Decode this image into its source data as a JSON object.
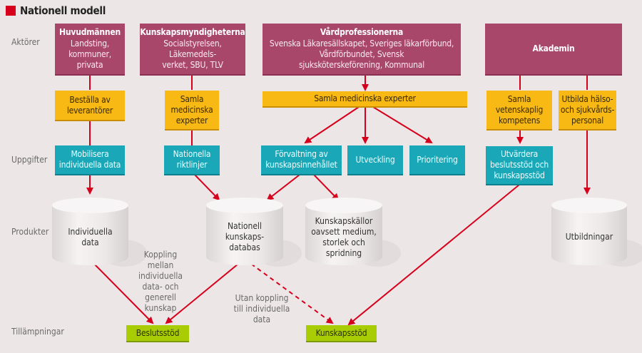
{
  "title": "Nationell modell",
  "accent_color": "#d6001c",
  "colors": {
    "actor": "#a9476a",
    "task_yellow": "#f8b914",
    "task_cyan": "#1aa8b8",
    "application": "#a9cd05",
    "arrow": "#d6001c",
    "background": "#ede6e6"
  },
  "row_labels": {
    "actors": "Aktörer",
    "tasks": "Uppgifter",
    "products": "Produkter",
    "applications": "Tillämpningar"
  },
  "actors": [
    {
      "head": "Huvudmännen",
      "lines": [
        "Landsting,",
        "kommuner,",
        "privata"
      ]
    },
    {
      "head": "Kunskapsmyndigheterna",
      "lines": [
        "Socialstyrelsen,",
        "Läkemedels-",
        "verket, SBU, TLV"
      ]
    },
    {
      "head": "Vårdprofessionerna",
      "lines": [
        "Svenska Läkaresällskapet, Sveriges läkarförbund,",
        "Vårdförbundet, Svensk",
        "sjuksköterskeförening, Kommunal"
      ]
    },
    {
      "head": "Akademin",
      "lines": []
    }
  ],
  "roles": [
    {
      "lines": [
        "Beställa av",
        "leverantörer"
      ]
    },
    {
      "lines": [
        "Samla",
        "medicinska",
        "experter"
      ]
    },
    {
      "lines": [
        "Samla medicinska experter"
      ]
    },
    {
      "lines": [
        "Samla",
        "vetenskaplig",
        "kompetens"
      ]
    },
    {
      "lines": [
        "Utbilda hälso-",
        "och sjukvårds-",
        "personal"
      ]
    }
  ],
  "tasks": [
    {
      "lines": [
        "Mobilisera",
        "individuella data"
      ]
    },
    {
      "lines": [
        "Nationella",
        "riktlinjer"
      ]
    },
    {
      "lines": [
        "Förvaltning av",
        "kunskapsinnehållet"
      ]
    },
    {
      "lines": [
        "Utveckling"
      ]
    },
    {
      "lines": [
        "Prioritering"
      ]
    },
    {
      "lines": [
        "Utvärdera",
        "beslutsstöd och",
        "kunskapsstöd"
      ]
    }
  ],
  "products": [
    {
      "lines": [
        "Individuella",
        "data"
      ]
    },
    {
      "lines": [
        "Nationell",
        "kunskaps-",
        "databas"
      ]
    },
    {
      "lines": [
        "Kunskapskällor",
        "oavsett medium,",
        "storlek och",
        "spridning"
      ]
    },
    {
      "lines": [
        "Utbildningar"
      ]
    }
  ],
  "notes": [
    {
      "lines": [
        "Koppling",
        "mellan",
        "individuella",
        "data- och",
        "generell",
        "kunskap"
      ]
    },
    {
      "lines": [
        "Utan koppling",
        "till individuella",
        "data"
      ]
    }
  ],
  "applications": [
    {
      "label": "Beslutsstöd"
    },
    {
      "label": "Kunskapsstöd"
    }
  ]
}
